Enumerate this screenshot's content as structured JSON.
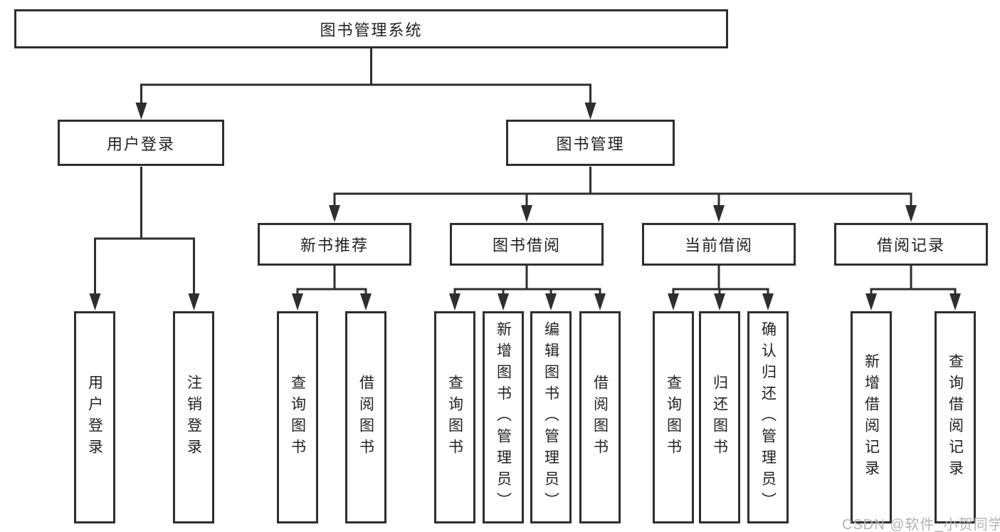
{
  "diagram": {
    "root": {
      "label": "图书管理系统"
    },
    "branches": [
      {
        "label": "用户登录",
        "children": [
          {
            "label": "用户登录"
          },
          {
            "label": "注销登录"
          }
        ]
      },
      {
        "label": "图书管理",
        "children": [
          {
            "label": "新书推荐",
            "children": [
              {
                "label": "查询图书"
              },
              {
                "label": "借阅图书"
              }
            ]
          },
          {
            "label": "图书借阅",
            "children": [
              {
                "label": "查询图书"
              },
              {
                "label": "新增图书（管理员）"
              },
              {
                "label": "编辑图书（管理员）"
              },
              {
                "label": "借阅图书"
              }
            ]
          },
          {
            "label": "当前借阅",
            "children": [
              {
                "label": "查询图书"
              },
              {
                "label": "归还图书"
              },
              {
                "label": "确认归还（管理员）"
              }
            ]
          },
          {
            "label": "借阅记录",
            "children": [
              {
                "label": "新增借阅记录"
              },
              {
                "label": "查询借阅记录"
              }
            ]
          }
        ]
      }
    ]
  },
  "watermark": {
    "text": "CSDN @软件_小贺同学"
  },
  "colors": {
    "background": "#ffffff",
    "box_fill": "#ffffff",
    "box_border": "#2e2e2e",
    "line": "#2e2e2e",
    "text": "#222222",
    "watermark": "#b3b3b3"
  }
}
